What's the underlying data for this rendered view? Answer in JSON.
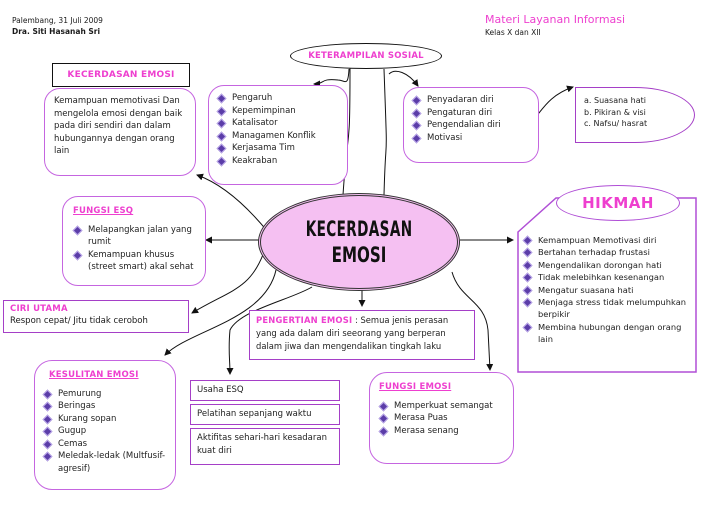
{
  "header": {
    "place_date": "Palembang, 31 Juli 2009",
    "author": "Dra. Siti Hasanah Sri",
    "topic": "Materi Layanan Informasi",
    "class": "Kelas X dan XII"
  },
  "center": {
    "line1": "KECERDASAN",
    "line2": "EMOSI"
  },
  "kecerdasan_emosi": {
    "title": "KECERDASAN EMOSI",
    "text": "Kemampuan memotivasi Dan mengelola emosi dengan baik pada diri sendiri dan dalam hubungannya dengan orang lain"
  },
  "keterampilan_sosial": {
    "title": "KETERAMPILAN SOSIAL",
    "left_items": [
      "Pengaruh",
      "Kepemimpinan",
      "Katalisator",
      "Managamen Konflik",
      "Kerjasama Tim",
      "Keakraban"
    ],
    "right_items": [
      "Penyadaran diri",
      "Pengaturan diri",
      "Pengendalian diri",
      "Motivasi"
    ]
  },
  "pengendalian": {
    "items": [
      "a. Suasana hati",
      "b. Pikiran & visi",
      "c. Nafsu/ hasrat"
    ]
  },
  "fungsi_esq": {
    "title": "FUNGSI ESQ",
    "items": [
      "Melapangkan jalan yang rumit",
      "Kemampuan khusus (street smart) akal sehat"
    ]
  },
  "ciri_utama": {
    "title": "CIRI UTAMA",
    "text": "Respon cepat/ Jitu tidak ceroboh"
  },
  "hikmah": {
    "title": "HIKMAH",
    "items": [
      "Kemampuan Memotivasi diri",
      "Bertahan terhadap frustasi",
      "Mengendalikan dorongan hati",
      "Tidak melebihkan kesenangan",
      "Mengatur suasana hati",
      "Menjaga stress tidak melumpuhkan berpikir",
      "Membina hubungan dengan orang lain"
    ]
  },
  "pengertian_emosi": {
    "title": "PENGERTIAN EMOSI",
    "text": " : Semua jenis perasan yang ada dalam diri seeorang yang berperan dalam jiwa dan mengendalikan tingkah laku"
  },
  "kesulitan_emosi": {
    "title": "KESULITAN EMOSI",
    "items": [
      "Pemurung",
      "Beringas",
      "Kurang sopan",
      "Gugup",
      "Cemas",
      "Meledak-ledak (Multfusif-agresif)"
    ]
  },
  "usaha": {
    "items": [
      "Usaha ESQ",
      "Pelatihan sepanjang waktu",
      "Aktifitas sehari-hari kesadaran kuat diri"
    ]
  },
  "fungsi_emosi": {
    "title": "FUNGSI EMOSI",
    "items": [
      "Memperkuat semangat",
      "Merasa Puas",
      "Merasa senang"
    ]
  },
  "colors": {
    "title_pink": "#ee3fcf",
    "border_purple": "#c565e0",
    "center_fill": "#f5c0f2",
    "bullet": "#5b3da8"
  }
}
